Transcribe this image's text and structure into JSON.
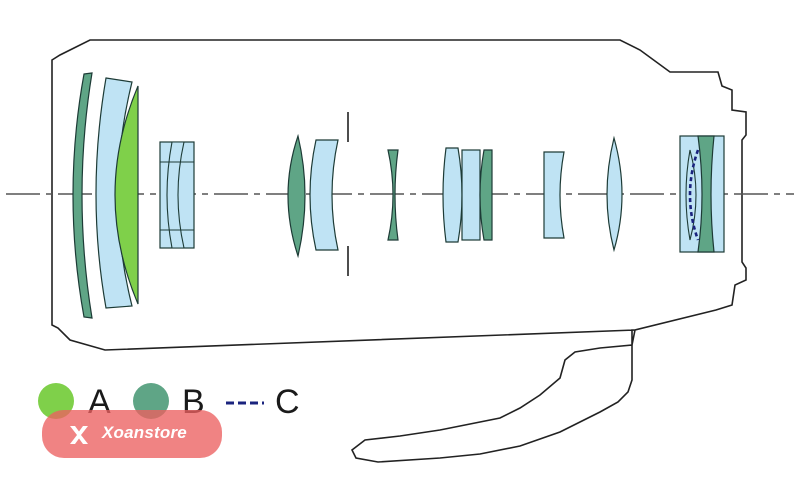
{
  "legend": {
    "a_label": "A",
    "b_label": "B",
    "c_label": "C",
    "a_color": "#7fd04a",
    "b_color": "#5fa586",
    "c_color": "#1a237e",
    "a_icon": "green-circle-icon",
    "b_icon": "teal-circle-icon",
    "c_icon": "dashed-line-icon"
  },
  "watermark": {
    "text": "Xoanstore",
    "color": "#ec6060",
    "icon": "x-logo-icon"
  },
  "colors": {
    "glass_light_blue": "#bfe3f4",
    "glass_green": "#7fd04a",
    "glass_teal": "#5fa586",
    "outline": "#1d3b36",
    "body_outline": "#222222"
  }
}
